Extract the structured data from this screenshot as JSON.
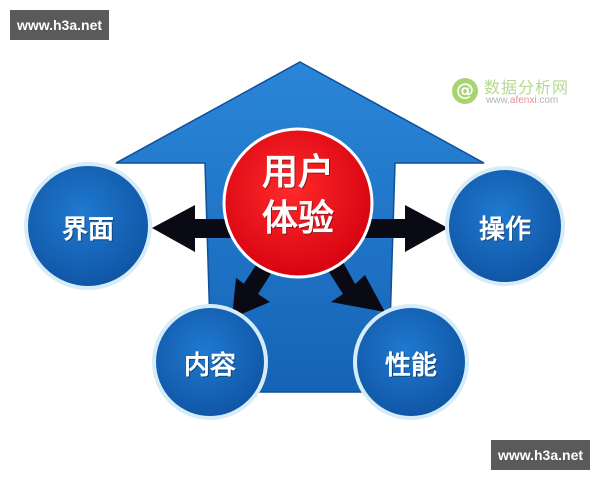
{
  "watermarks": {
    "top_left": "www.h3a.net",
    "bottom_right": "www.h3a.net"
  },
  "logo": {
    "badge": "@",
    "title": "数据分析网",
    "url_prefix": "www.",
    "url_brand": "afenxi",
    "url_suffix": ".com"
  },
  "diagram": {
    "center": {
      "line1": "用户",
      "line2": "体验",
      "color": "#e3001b"
    },
    "nodes": [
      {
        "id": "interface",
        "label": "界面"
      },
      {
        "id": "operation",
        "label": "操作"
      },
      {
        "id": "content",
        "label": "内容"
      },
      {
        "id": "performance",
        "label": "性能"
      }
    ],
    "colors": {
      "arrow_shape": "#1e73c8",
      "node_fill": "#1565b8",
      "node_border": "#cfe8f7",
      "connector": "#0a0a14"
    }
  }
}
